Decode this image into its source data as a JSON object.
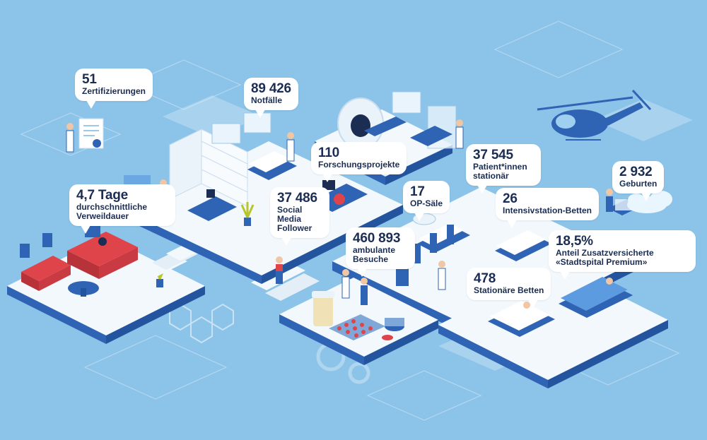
{
  "stats": [
    {
      "id": "zertifizierungen",
      "value": "51",
      "label": "Zertifizierungen"
    },
    {
      "id": "notfaelle",
      "value": "89 426",
      "label": "Notfälle"
    },
    {
      "id": "forschung",
      "value": "110",
      "label": "Forschungsprojekte"
    },
    {
      "id": "stationaer",
      "value": "37 545",
      "label": "Patient*innen stationär"
    },
    {
      "id": "geburten",
      "value": "2 932",
      "label": "Geburten"
    },
    {
      "id": "verweildauer",
      "value": "4,7 Tage",
      "label": "durchschnittliche Verweildauer"
    },
    {
      "id": "social",
      "value": "37 486",
      "label": "Social Media Follower"
    },
    {
      "id": "opsaele",
      "value": "17",
      "label": "OP-Säle"
    },
    {
      "id": "intensiv",
      "value": "26",
      "label": "Intensivstation-Betten"
    },
    {
      "id": "ambulant",
      "value": "460 893",
      "label": "ambulante Besuche"
    },
    {
      "id": "zusatz",
      "value": "18,5%",
      "label": "Anteil Zusatzversicherte «Stadtspital Premium»"
    },
    {
      "id": "betten",
      "value": "478",
      "label": "Stationäre Betten"
    }
  ],
  "colors": {
    "background": "#8cc3e8",
    "floor": "#eef5fb",
    "floor_edge": "#2f63b3",
    "text": "#1b2d52",
    "accent_red": "#e0444b"
  }
}
